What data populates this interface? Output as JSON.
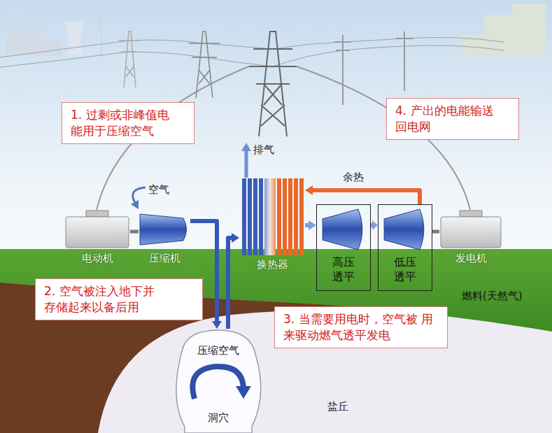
{
  "diagram": {
    "nodes": [
      {
        "text": [
          "1. 过剩或非峰值电 能用于压缩空气"
        ]
      },
      {
        "text": [
          "4. 产出的电能输送 回电网"
        ]
      },
      {
        "text": [
          "电动机"
        ]
      },
      {
        "text": [
          "压缩机"
        ]
      },
      {
        "text": [
          "换热器"
        ]
      },
      {
        "text": [
          "高压 透平"
        ]
      },
      {
        "text": [
          "低压 透平"
        ]
      },
      {
        "text": [
          "发电机"
        ]
      },
      {
        "text": [
          "2. 空气被注入地下并 存储起来以备后用"
        ]
      },
      {
        "text": [
          "3. 当需要用电时，空气被 用来驱动燃气透平发电"
        ]
      },
      {
        "text": [
          "压缩空气",
          "洞穴"
        ]
      }
    ],
    "edges": [
      {
        "from": 2,
        "to": 3,
        "arrow": "none"
      },
      {
        "from": 3,
        "to": 10,
        "arrow": "to"
      },
      {
        "from": 10,
        "to": 4,
        "arrow": "to"
      },
      {
        "from": 4,
        "to": 5,
        "arrow": "to"
      },
      {
        "from": 5,
        "to": 6,
        "arrow": "to"
      },
      {
        "from": 6,
        "to": 7,
        "arrow": "none"
      },
      {
        "from": 6,
        "to": 4,
        "label": "余热",
        "arrow": "to"
      }
    ],
    "labels": [
      "空气",
      "排气",
      "燃料(天然气)",
      "盐丘"
    ]
  }
}
